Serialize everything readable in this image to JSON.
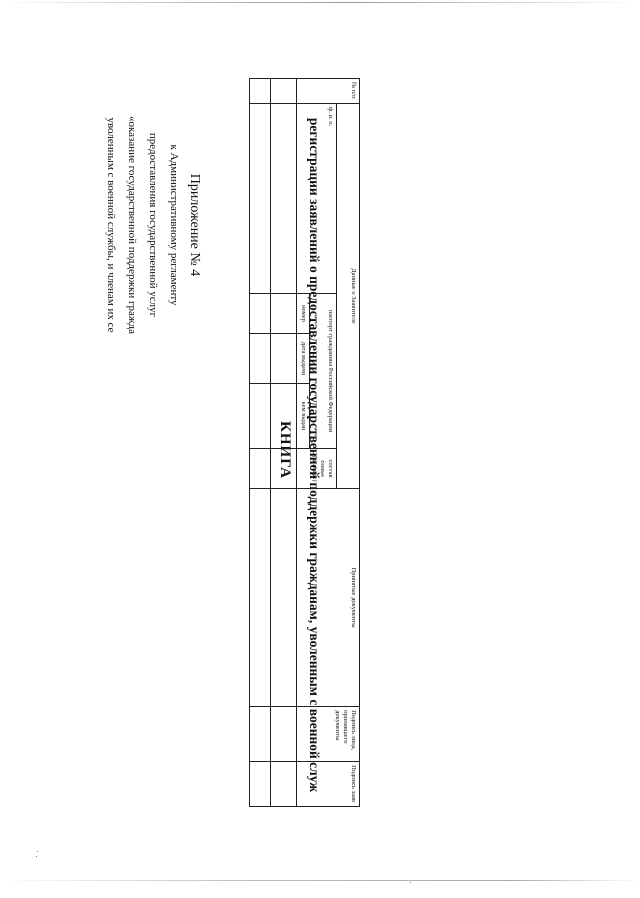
{
  "appendix": {
    "number": "Приложение № 4",
    "line1": "к Административному регламенту",
    "line2": "предоставления государственной услуг",
    "line3": "«оказание государственной поддержки гражда",
    "line4": "уволенным с военной службы, и членам их се"
  },
  "book": {
    "title": "КНИГА",
    "subtitle": "регистрации заявлений о предоставлении государственной поддержки гражданам, уволенным с военной служ"
  },
  "table": {
    "col_num": "№ п/п",
    "col_applicant": "Данные о Заявителе",
    "col_fio": "ф. и. о.",
    "col_passport": "паспорт гражданина Российской Федерации",
    "col_number": "номер",
    "col_issue_date": "дата выдачи",
    "col_issued_by": "кем выдан",
    "col_family": "состав семьи (человек)",
    "col_documents": "Принятые документы",
    "col_signature_received": "Подпись лица, принявшего документы",
    "col_signature": "Подпись заяв"
  }
}
